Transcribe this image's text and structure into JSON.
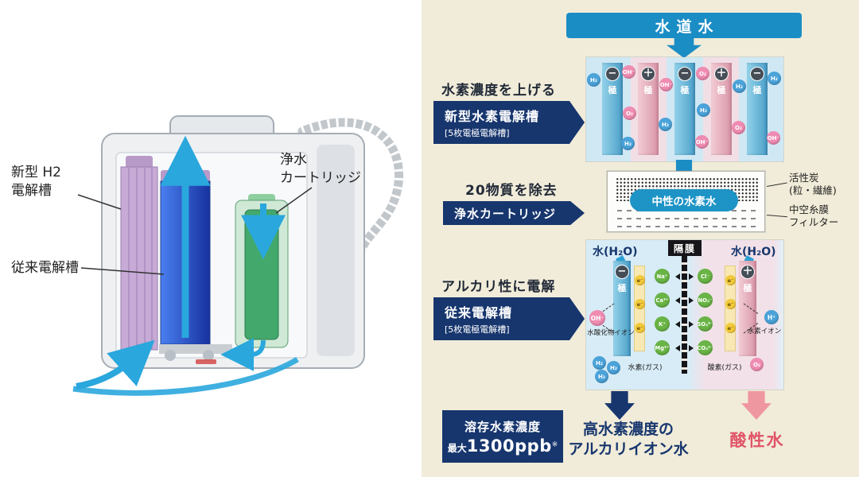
{
  "device": {
    "label_new_h2": [
      "新型 H2",
      "電解槽"
    ],
    "label_cartridge": [
      "浄水",
      "カートリッジ"
    ],
    "label_conventional": "従来電解槽"
  },
  "flow": {
    "tap_water": "水道水",
    "stage1": {
      "heading": "水素濃度を上げる",
      "tag_title": "新型水素電解槽",
      "tag_sub": "[5枚電極電解槽]",
      "pole_minus": "−",
      "pole_plus": "＋",
      "pole_label": "極",
      "ions": [
        {
          "t": "H₂",
          "c": "b"
        },
        {
          "t": "OH⁻",
          "c": "p"
        },
        {
          "t": "O₂",
          "c": "p"
        },
        {
          "t": "H₂",
          "c": "b"
        },
        {
          "t": "OH⁻",
          "c": "p"
        },
        {
          "t": "H₂",
          "c": "b"
        },
        {
          "t": "O₂",
          "c": "p"
        },
        {
          "t": "H₂",
          "c": "b"
        },
        {
          "t": "OH⁻",
          "c": "p"
        },
        {
          "t": "H₂",
          "c": "b"
        },
        {
          "t": "O₂",
          "c": "p"
        },
        {
          "t": "H₂",
          "c": "b"
        },
        {
          "t": "OH⁻",
          "c": "p"
        }
      ]
    },
    "neutral_water": "中性の水素水",
    "filter": {
      "heading": "20物質を除去",
      "tag_title": "浄水カートリッジ",
      "callout_carbon": [
        "活性炭",
        "(粒・繊維)"
      ],
      "callout_fiber": [
        "中空糸膜",
        "フィルター"
      ]
    },
    "stage2": {
      "heading": "アルカリ性に電解",
      "tag_title": "従来電解槽",
      "tag_sub": "[5枚電極電解槽]",
      "water_left": "水(H₂O)",
      "water_right": "水(H₂O)",
      "membrane": "隔膜",
      "pole_minus": "−",
      "pole_plus": "＋",
      "pole_label": "極",
      "electron": "e⁻",
      "cations": [
        "Na⁺",
        "Ca²⁺",
        "K⁺",
        "Mg²⁺"
      ],
      "anions": [
        "Cl⁻",
        "NO₃⁻",
        "SO₄²⁻",
        "CO₃²⁻"
      ],
      "oh_ion": "OH⁻",
      "oh_label": "水酸化物イオン",
      "h2": "H₂",
      "h2_label": "水素(ガス)",
      "h_ion": "H⁺",
      "h_label": "水素イオン",
      "o2": "O₂",
      "o2_label": "酸素(ガス)"
    },
    "results": {
      "dh_line1": "溶存水素濃度",
      "dh_prefix": "最大",
      "dh_value": "1300ppb",
      "dh_note": "※",
      "alkaline": [
        "高水素濃度の",
        "アルカリイオン水"
      ],
      "acidic": "酸性水"
    }
  },
  "colors": {
    "banner_blue": "#1b8dc5",
    "navy": "#17366e",
    "panel_blue": "#d7ecf7",
    "background_beige": "#f1ecd9",
    "acid_arrow_pink": "#ef97a1",
    "acid_text": "#e05468",
    "cation_green": "#69b445",
    "hydrogen_blue": "#4ba3d9",
    "oxygen_pink": "#f08cb2"
  }
}
